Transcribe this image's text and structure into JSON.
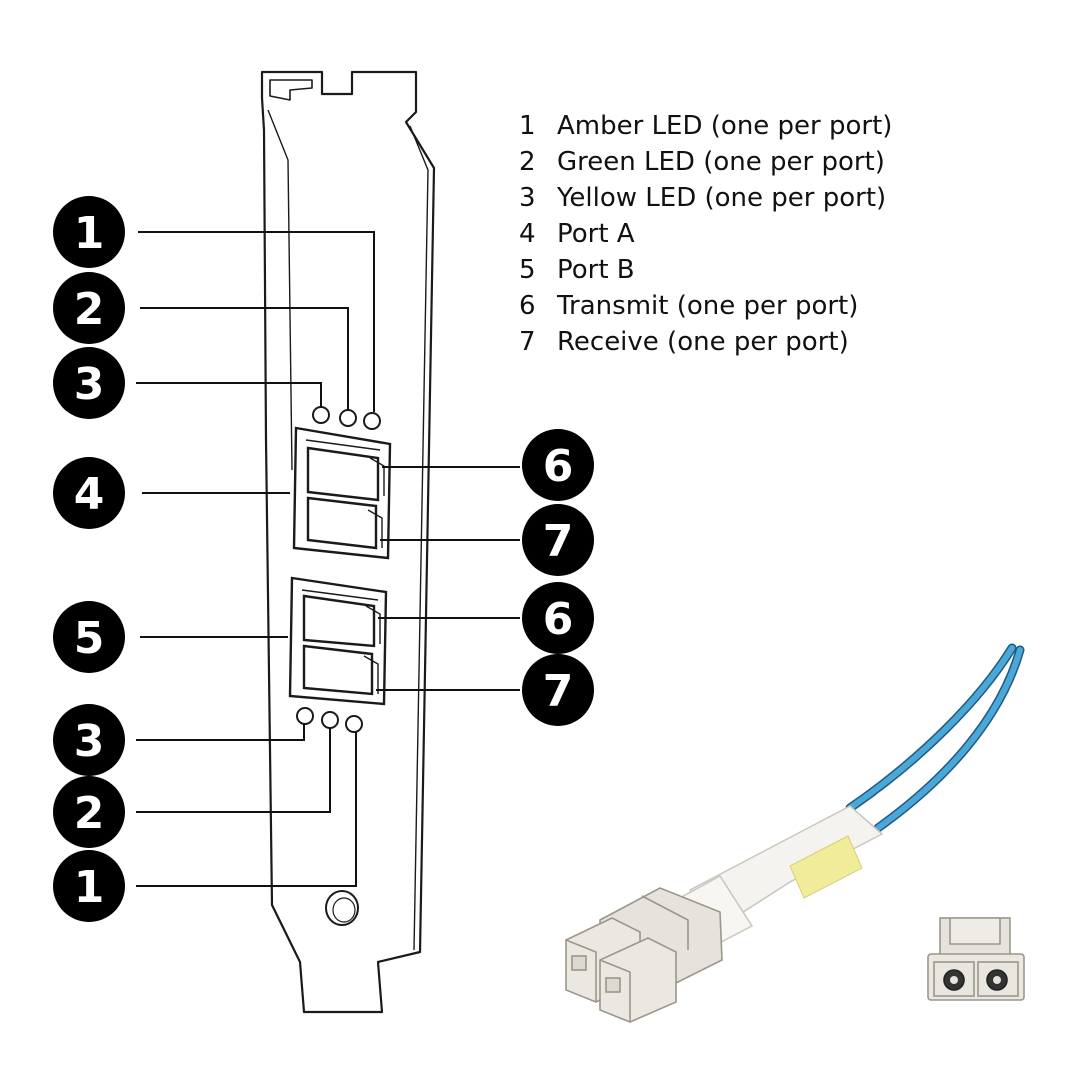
{
  "callouts": [
    "1",
    "2",
    "3",
    "4",
    "5",
    "6",
    "7",
    "6",
    "7",
    "3",
    "2",
    "1"
  ],
  "legend": [
    {
      "num": "1",
      "label": "Amber LED (one per port)"
    },
    {
      "num": "2",
      "label": "Green LED (one per port)"
    },
    {
      "num": "3",
      "label": "Yellow LED (one per port)"
    },
    {
      "num": "4",
      "label": "Port A"
    },
    {
      "num": "5",
      "label": "Port B"
    },
    {
      "num": "6",
      "label": "Transmit (one per port)"
    },
    {
      "num": "7",
      "label": "Receive (one per port)"
    }
  ],
  "colors": {
    "badge": "#000000",
    "bracket_stroke": "#1a1a1a",
    "cable_blue": "#4aa8d8",
    "cable_boot_yellow": "#f0ec9a",
    "connector_gray": "#e6e2dc"
  }
}
